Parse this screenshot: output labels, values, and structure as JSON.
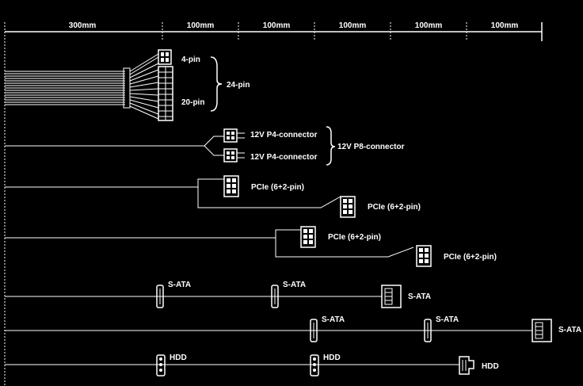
{
  "ruler": {
    "segments": [
      "300mm",
      "100mm",
      "100mm",
      "100mm",
      "100mm",
      "100mm"
    ]
  },
  "atx": {
    "pin4_label": "4-pin",
    "pin20_label": "20-pin",
    "pin24_label": "24-pin"
  },
  "cpu": {
    "p4_label_1": "12V P4-connector",
    "p4_label_2": "12V P4-connector",
    "p8_label": "12V P8-connector"
  },
  "pcie": {
    "labels": [
      "PCIe (6+2-pin)",
      "PCIe (6+2-pin)",
      "PCIe (6+2-pin)",
      "PCIe (6+2-pin)"
    ]
  },
  "sata_row_1": {
    "labels": [
      "S-ATA",
      "S-ATA",
      "S-ATA"
    ]
  },
  "sata_row_2": {
    "labels": [
      "S-ATA",
      "S-ATA",
      "S-ATA"
    ]
  },
  "hdd_row": {
    "labels": [
      "HDD",
      "HDD",
      "HDD"
    ]
  },
  "colors": {
    "background": "#000000",
    "line": "#ffffff"
  }
}
